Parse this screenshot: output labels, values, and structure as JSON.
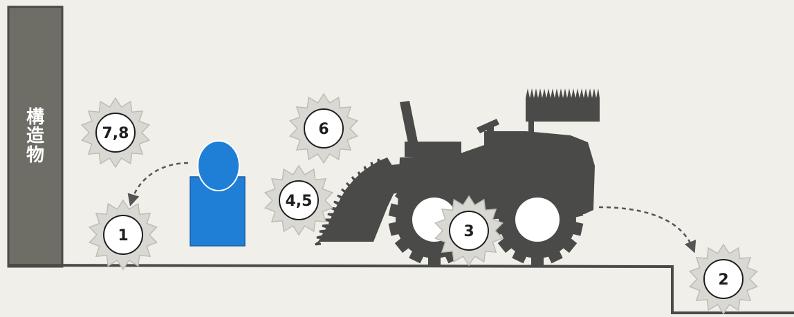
{
  "structure": {
    "label_chars": [
      "構",
      "造",
      "物"
    ],
    "color": "#6e6e66",
    "edge_color": "#4a4a44"
  },
  "person": {
    "color": "#1f7fd6"
  },
  "machine": {
    "color": "#4a4a48"
  },
  "ground": {
    "color": "#4a4a48"
  },
  "hazards": [
    {
      "id": "h1",
      "label": "1"
    },
    {
      "id": "h2",
      "label": "2"
    },
    {
      "id": "h3",
      "label": "3"
    },
    {
      "id": "h45",
      "label": "4,5"
    },
    {
      "id": "h6",
      "label": "6"
    },
    {
      "id": "h78",
      "label": "7,8"
    }
  ],
  "badge_colors": {
    "burst_fill": "#d9d8d3",
    "burst_stroke": "#bdbcb6",
    "circle_fill": "#ffffff",
    "circle_stroke": "#1e1e1e"
  }
}
